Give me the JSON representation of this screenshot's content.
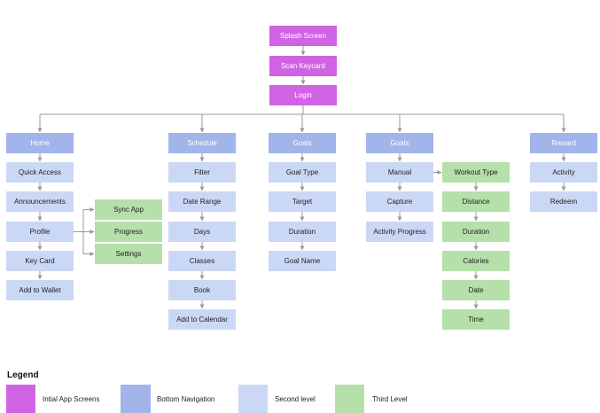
{
  "colors": {
    "initial": "#d063e4",
    "bottom_nav": "#a1b5eb",
    "second_level": "#cbd8f5",
    "third_level": "#b5e0aa",
    "connector": "#9a9a9a"
  },
  "initial_screens": [
    {
      "id": "splash",
      "label": "Splash Screen"
    },
    {
      "id": "scan",
      "label": "Scan Keycard"
    },
    {
      "id": "login",
      "label": "Login"
    }
  ],
  "columns": [
    {
      "id": "home",
      "label": "Home",
      "items": [
        {
          "id": "quick-access",
          "label": "Quick Access"
        },
        {
          "id": "announcements",
          "label": "Announcements"
        },
        {
          "id": "profile",
          "label": "Profile"
        },
        {
          "id": "key-card",
          "label": "Key Card"
        },
        {
          "id": "add-to-wallet",
          "label": "Add to Wallet"
        }
      ]
    },
    {
      "id": "schedule",
      "label": "Schedule",
      "items": [
        {
          "id": "filter",
          "label": "Filter"
        },
        {
          "id": "date-range",
          "label": "Date Range"
        },
        {
          "id": "days",
          "label": "Days"
        },
        {
          "id": "classes",
          "label": "Classes"
        },
        {
          "id": "book",
          "label": "Book"
        },
        {
          "id": "add-to-calendar",
          "label": "Add to Calendar"
        }
      ]
    },
    {
      "id": "goals-1",
      "label": "Goals",
      "items": [
        {
          "id": "goal-type",
          "label": "Goal Type"
        },
        {
          "id": "target",
          "label": "Target"
        },
        {
          "id": "goals-duration",
          "label": "Duration"
        },
        {
          "id": "goal-name",
          "label": "Goal Name"
        }
      ]
    },
    {
      "id": "goals-2",
      "label": "Goals",
      "items": [
        {
          "id": "manual",
          "label": "Manual"
        },
        {
          "id": "capture",
          "label": "Capture"
        },
        {
          "id": "activity-progress",
          "label": "Activity Progress"
        }
      ]
    },
    {
      "id": "reward",
      "label": "Reward",
      "items": [
        {
          "id": "activity",
          "label": "Activity"
        },
        {
          "id": "redeem",
          "label": "Redeem"
        }
      ]
    }
  ],
  "profile_children": [
    {
      "id": "sync-app",
      "label": "Sync App"
    },
    {
      "id": "progress",
      "label": "Progress"
    },
    {
      "id": "settings",
      "label": "Settings"
    }
  ],
  "manual_children": [
    {
      "id": "workout-type",
      "label": "Workout Type"
    },
    {
      "id": "distance",
      "label": "Distance"
    },
    {
      "id": "manual-duration",
      "label": "Duration"
    },
    {
      "id": "calories",
      "label": "Calories"
    },
    {
      "id": "date",
      "label": "Date"
    },
    {
      "id": "time",
      "label": "Time"
    }
  ],
  "legend": {
    "title": "Legend",
    "items": [
      {
        "id": "initial",
        "label": "Intial App Screens"
      },
      {
        "id": "nav",
        "label": "Bottom Navigation"
      },
      {
        "id": "l2",
        "label": "Second level"
      },
      {
        "id": "l3",
        "label": "Third Level"
      }
    ]
  }
}
